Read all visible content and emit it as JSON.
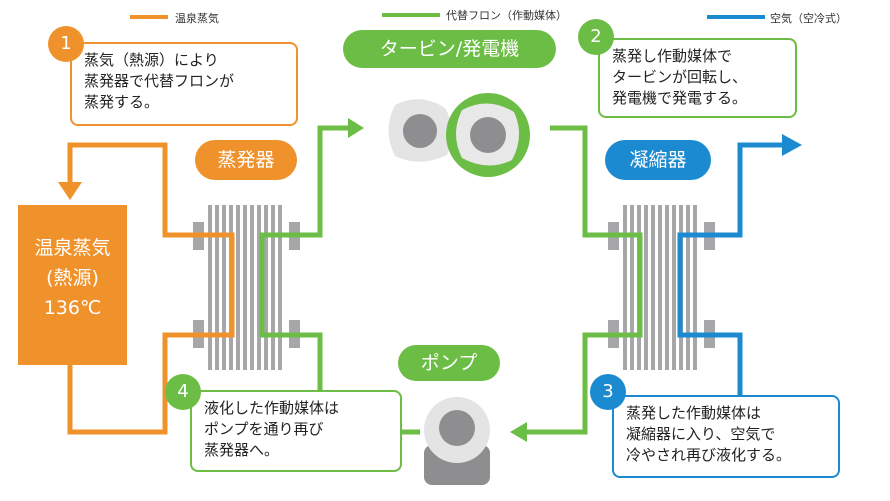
{
  "colors": {
    "orange": "#f0922b",
    "green": "#6cbd45",
    "blue": "#1c8ad0",
    "gray": "#a7a7a9"
  },
  "legend": [
    {
      "label": "温泉蒸気",
      "color": "#f0922b"
    },
    {
      "label": "代替フロン（作動媒体）",
      "color": "#6cbd45"
    },
    {
      "label": "空気（空冷式）",
      "color": "#1c8ad0"
    }
  ],
  "labels": {
    "turbine": "タービン/発電機",
    "evaporator": "蒸発器",
    "condenser": "凝縮器",
    "pump": "ポンプ",
    "heat_source": [
      "温泉蒸気",
      "(熱源)",
      "136℃"
    ]
  },
  "steps": [
    {
      "num": "1",
      "lines": [
        "蒸気（熱源）により",
        "蒸発器で代替フロンが",
        "蒸発する。"
      ]
    },
    {
      "num": "2",
      "lines": [
        "蒸発し作動媒体で",
        "タービンが回転し、",
        "発電機で発電する。"
      ]
    },
    {
      "num": "3",
      "lines": [
        "蒸発した作動媒体は",
        "凝縮器に入り、空気で",
        "冷やされ再び液化する。"
      ]
    },
    {
      "num": "4",
      "lines": [
        "液化した作動媒体は",
        "ポンプを通り再び",
        "蒸発器へ。"
      ]
    }
  ]
}
